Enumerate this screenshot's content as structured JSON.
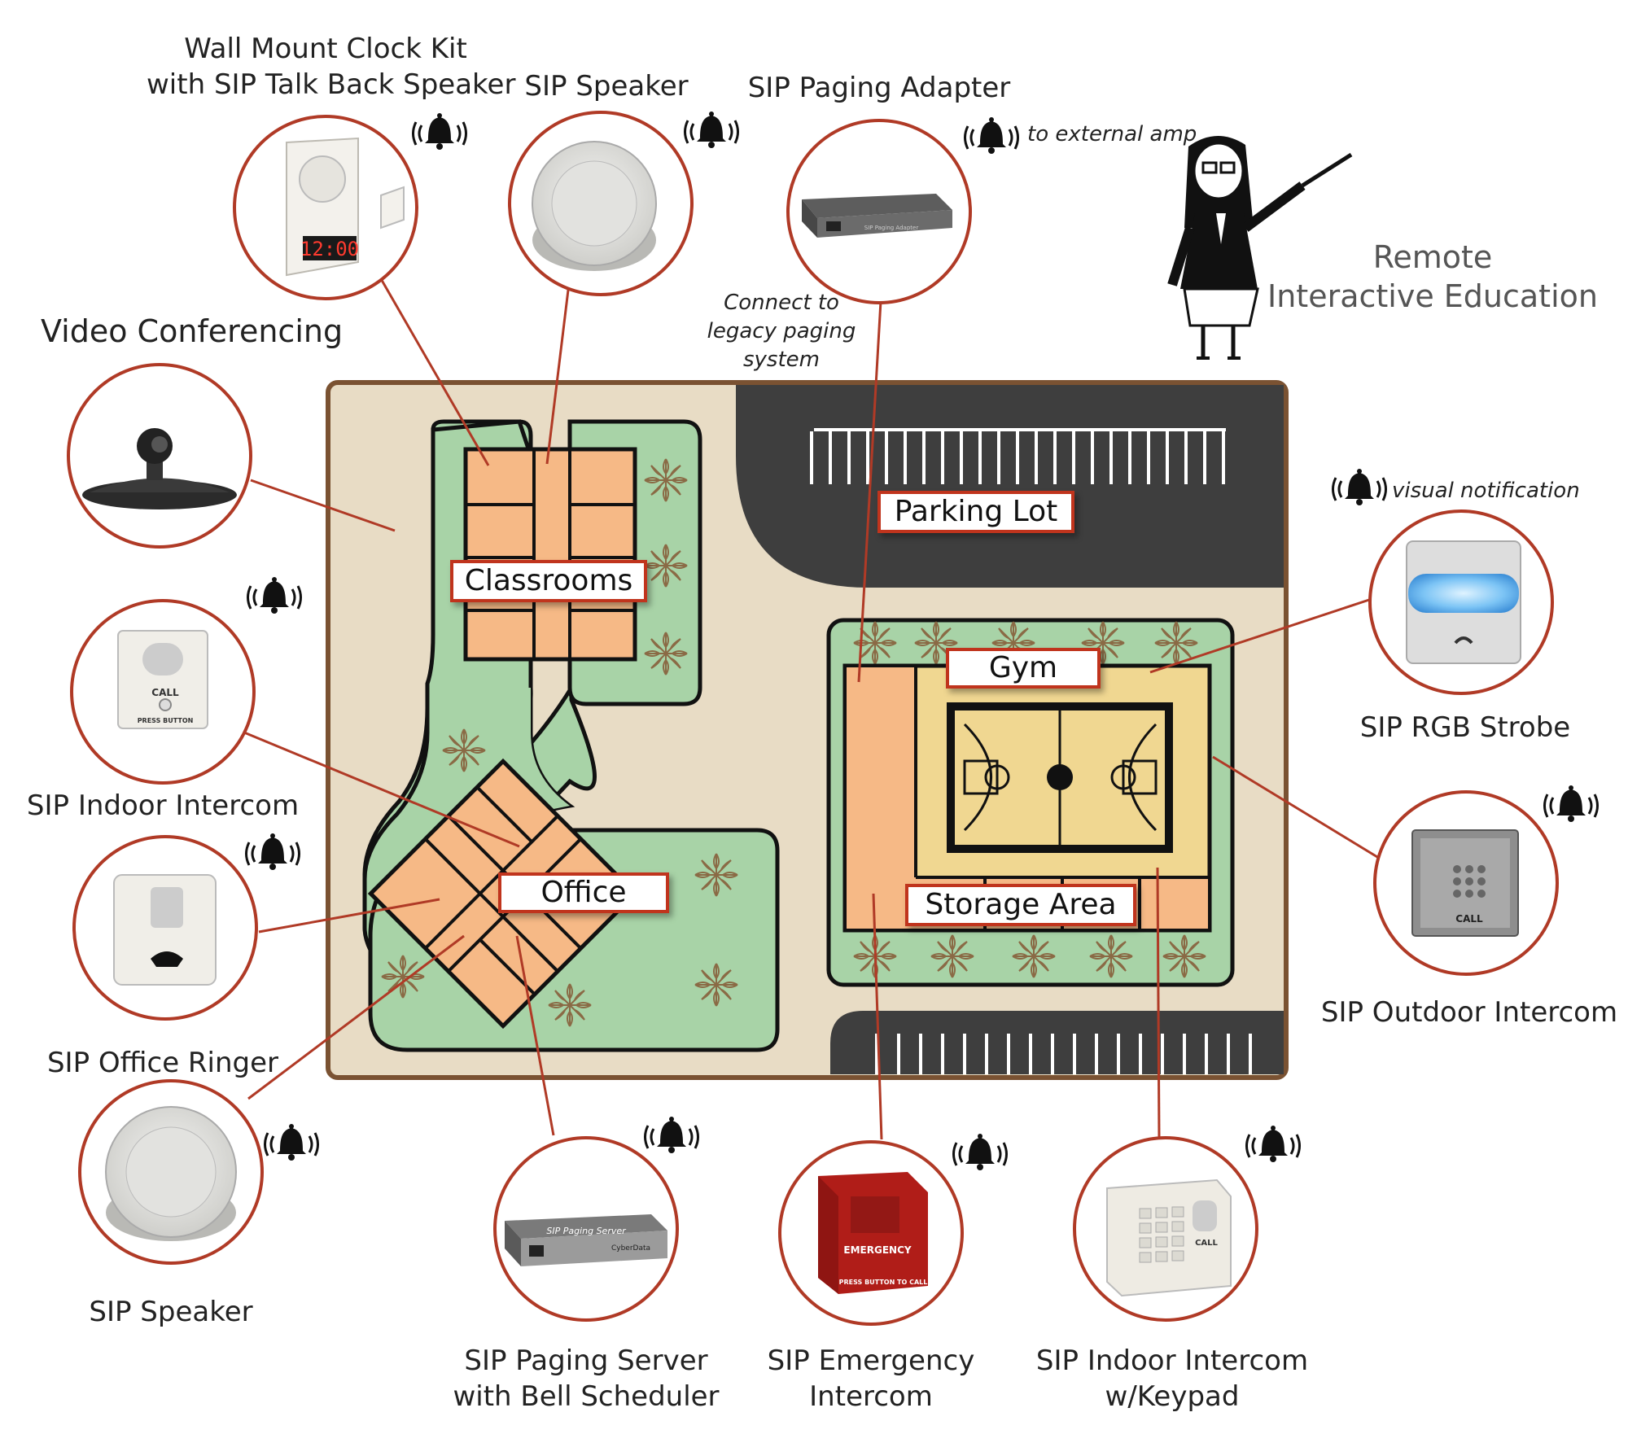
{
  "map_labels": {
    "classrooms": "Classrooms",
    "parking_lot": "Parking Lot",
    "gym": "Gym",
    "office": "Office",
    "storage_area": "Storage Area"
  },
  "devices": {
    "wall_clock": "Wall Mount Clock Kit\nwith SIP Talk Back Speaker",
    "sip_speaker_top": "SIP Speaker",
    "paging_adapter": "SIP Paging Adapter",
    "video_conferencing": "Video Conferencing",
    "indoor_intercom": "SIP Indoor Intercom",
    "office_ringer": "SIP Office Ringer",
    "sip_speaker_bottom": "SIP Speaker",
    "paging_server": "SIP Paging Server\nwith Bell Scheduler",
    "emergency_intercom": "SIP Emergency\nIntercom",
    "keypad_intercom": "SIP Indoor Intercom\nw/Keypad",
    "rgb_strobe": "SIP RGB Strobe",
    "outdoor_intercom": "SIP Outdoor Intercom"
  },
  "notes": {
    "external_amp": "to external amp",
    "legacy_paging": "Connect to\nlegacy paging\nsystem",
    "visual_notification": "visual notification"
  },
  "remote_education": "Remote\nInteractive Education",
  "device_text": {
    "clock": "12:00",
    "call": "CALL",
    "press_button": "PRESS BUTTON",
    "paging_adapter_plate": "SIP Paging Adapter",
    "paging_server_plate": "SIP Paging Server",
    "paging_server_brand": "CyberData",
    "emergency": "EMERGENCY",
    "press_button_to_call": "PRESS BUTTON TO CALL"
  },
  "colors": {
    "accent_red": "#b03a26",
    "ground": "#e8dcc5",
    "grass": "#a8d3a7",
    "room": "#f6b986",
    "asphalt": "#3e3e3e",
    "court": "#f0d791"
  }
}
